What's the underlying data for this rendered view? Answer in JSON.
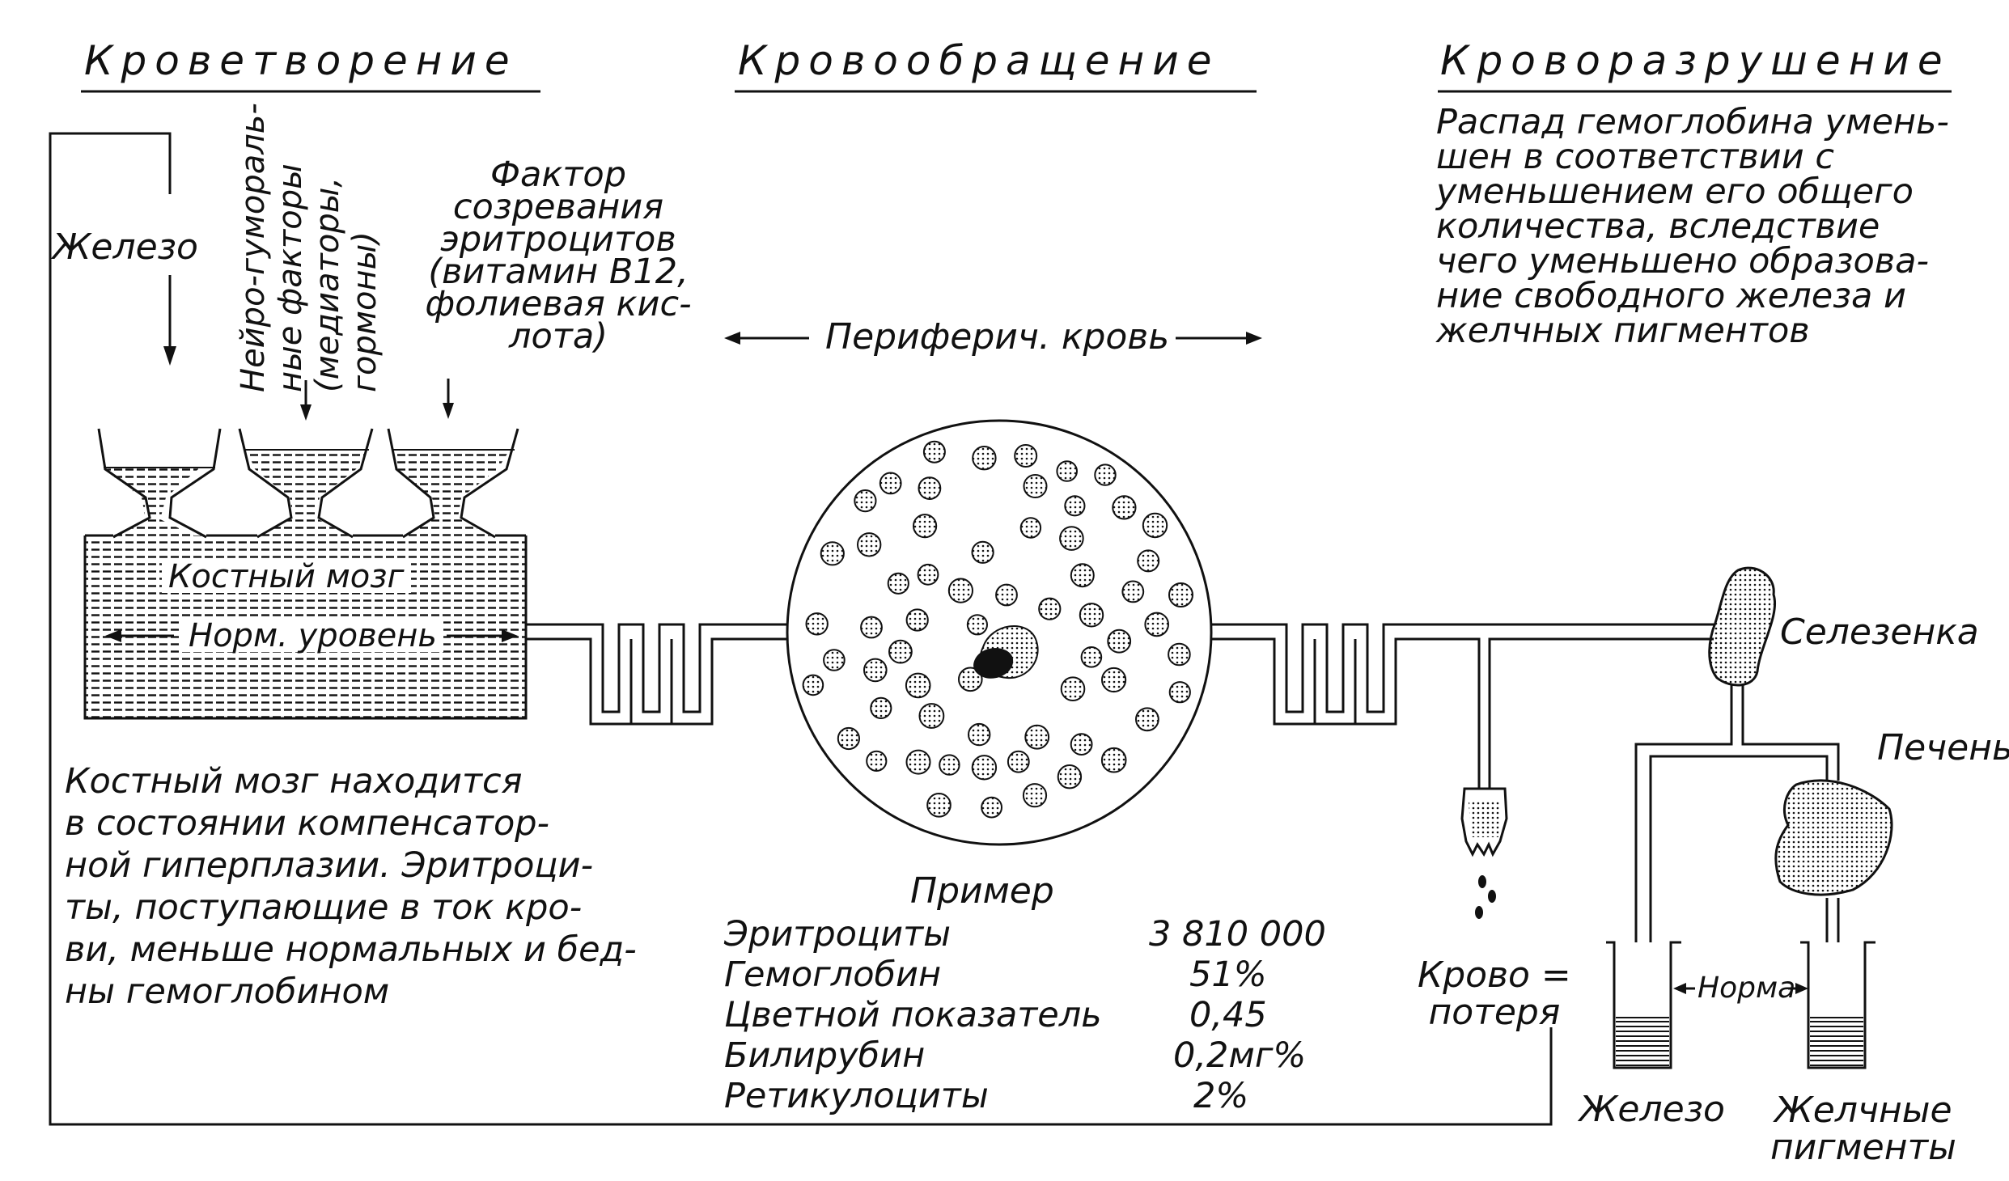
{
  "headers": {
    "hematopoiesis": "Кроветворение",
    "circulation": "Кровообращение",
    "destruction": "Кроворазрушение"
  },
  "inputs": {
    "iron": "Железо",
    "neurohumoral": [
      "Нейро-гумораль-",
      "ные факторы",
      "(медиаторы,",
      "гормоны)"
    ],
    "maturation_factor": [
      "Фактор",
      "созревания",
      "эритроцитов",
      "(витамин B12,",
      "фолиевая кис-",
      "лота)"
    ]
  },
  "bone_marrow": {
    "label": "Костный мозг",
    "level": "Норм. уровень"
  },
  "peripheral_blood": "Периферич. кровь",
  "marrow_note": [
    "Костный мозг находится",
    "в состоянии компенсатор-",
    "ной гиперплазии. Эритроци-",
    "ты, поступающие в ток кро-",
    "ви, меньше нормальных и бед-",
    "ны гемоглобином"
  ],
  "destruction_note": [
    "Распад гемоглобина умень-",
    "шен в соответствии с",
    "уменьшением его общего",
    "количества, вследствие",
    "чего уменьшено образова-",
    "ние свободного железа и",
    "желчных пигментов"
  ],
  "example": {
    "title": "Пример",
    "rows": [
      {
        "name": "Эритроциты",
        "value": "3 810 000"
      },
      {
        "name": "Гемоглобин",
        "value": "51%"
      },
      {
        "name": "Цветной показатель",
        "value": "0,45"
      },
      {
        "name": "Билирубин",
        "value": "0,2мг%"
      },
      {
        "name": "Ретикулоциты",
        "value": "2%"
      }
    ]
  },
  "organs": {
    "spleen": "Селезенка",
    "liver": "Печень",
    "blood_loss": [
      "Крово =",
      "потеря"
    ]
  },
  "tubes": {
    "norm": "Норма",
    "iron": "Железо",
    "bile": [
      "Желчные",
      "пигменты"
    ]
  }
}
